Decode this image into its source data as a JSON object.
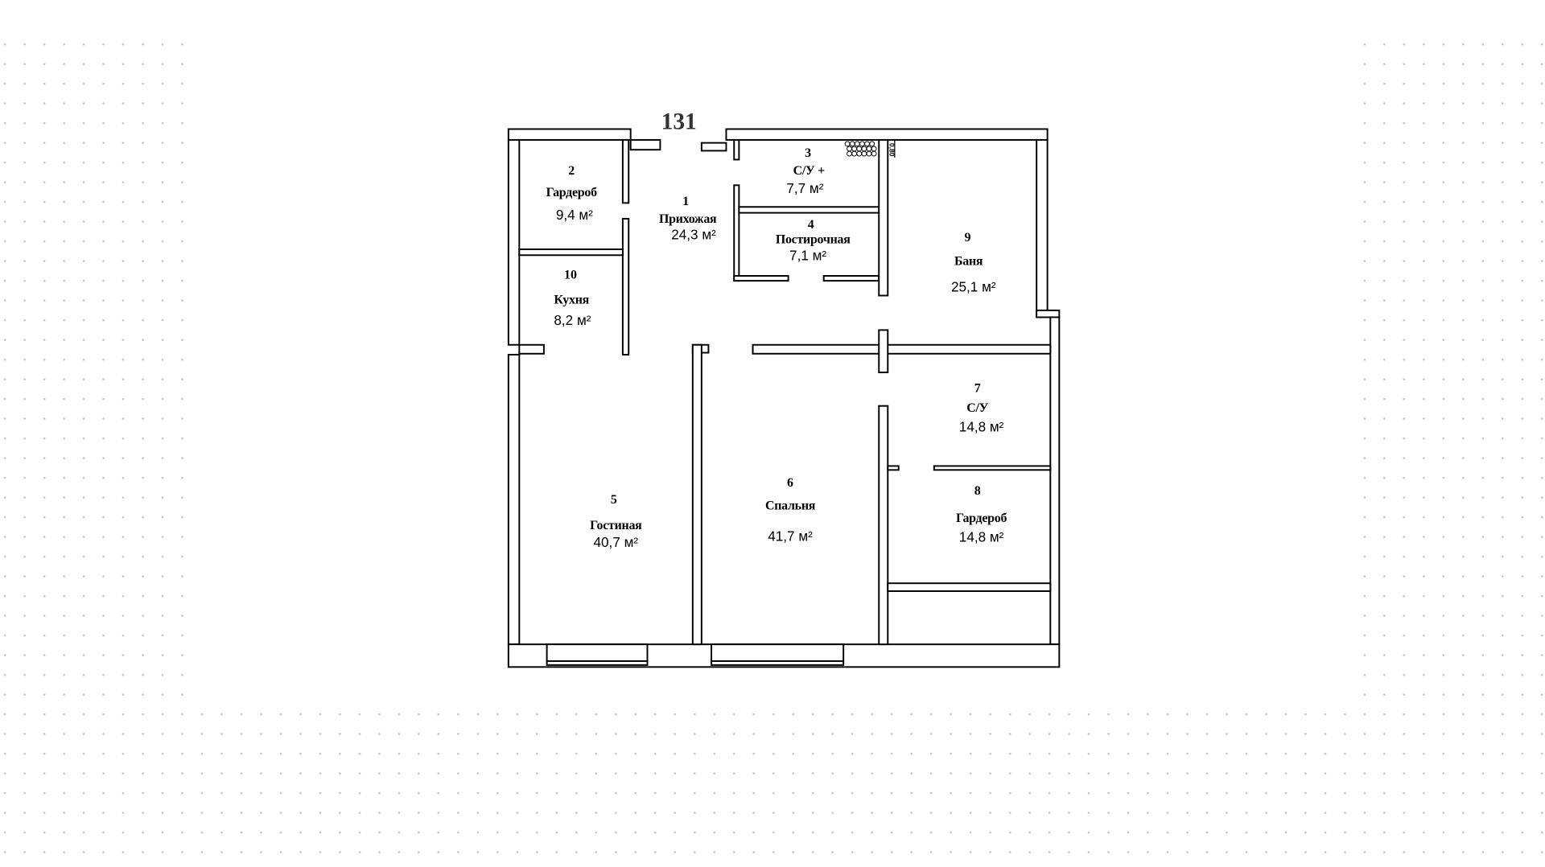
{
  "plan": {
    "unit_number": "131",
    "dimension_note": "0,80",
    "background_dot_color": "#c8c8c8",
    "rooms": [
      {
        "num": "1",
        "name": "Прихожая",
        "area": "24,3 м²"
      },
      {
        "num": "2",
        "name": "Гардероб",
        "area": "9,4 м²"
      },
      {
        "num": "3",
        "name": "С/У +",
        "area": "7,7 м²"
      },
      {
        "num": "4",
        "name": "Постирочная",
        "area": "7,1 м²"
      },
      {
        "num": "5",
        "name": "Гостиная",
        "area": "40,7 м²"
      },
      {
        "num": "6",
        "name": "Спальня",
        "area": "41,7 м²"
      },
      {
        "num": "7",
        "name": "С/У",
        "area": "14,8 м²"
      },
      {
        "num": "8",
        "name": "Гардероб",
        "area": "14,8 м²"
      },
      {
        "num": "9",
        "name": "Баня",
        "area": "25,1 м²"
      },
      {
        "num": "10",
        "name": "Кухня",
        "area": "8,2 м²"
      }
    ]
  }
}
